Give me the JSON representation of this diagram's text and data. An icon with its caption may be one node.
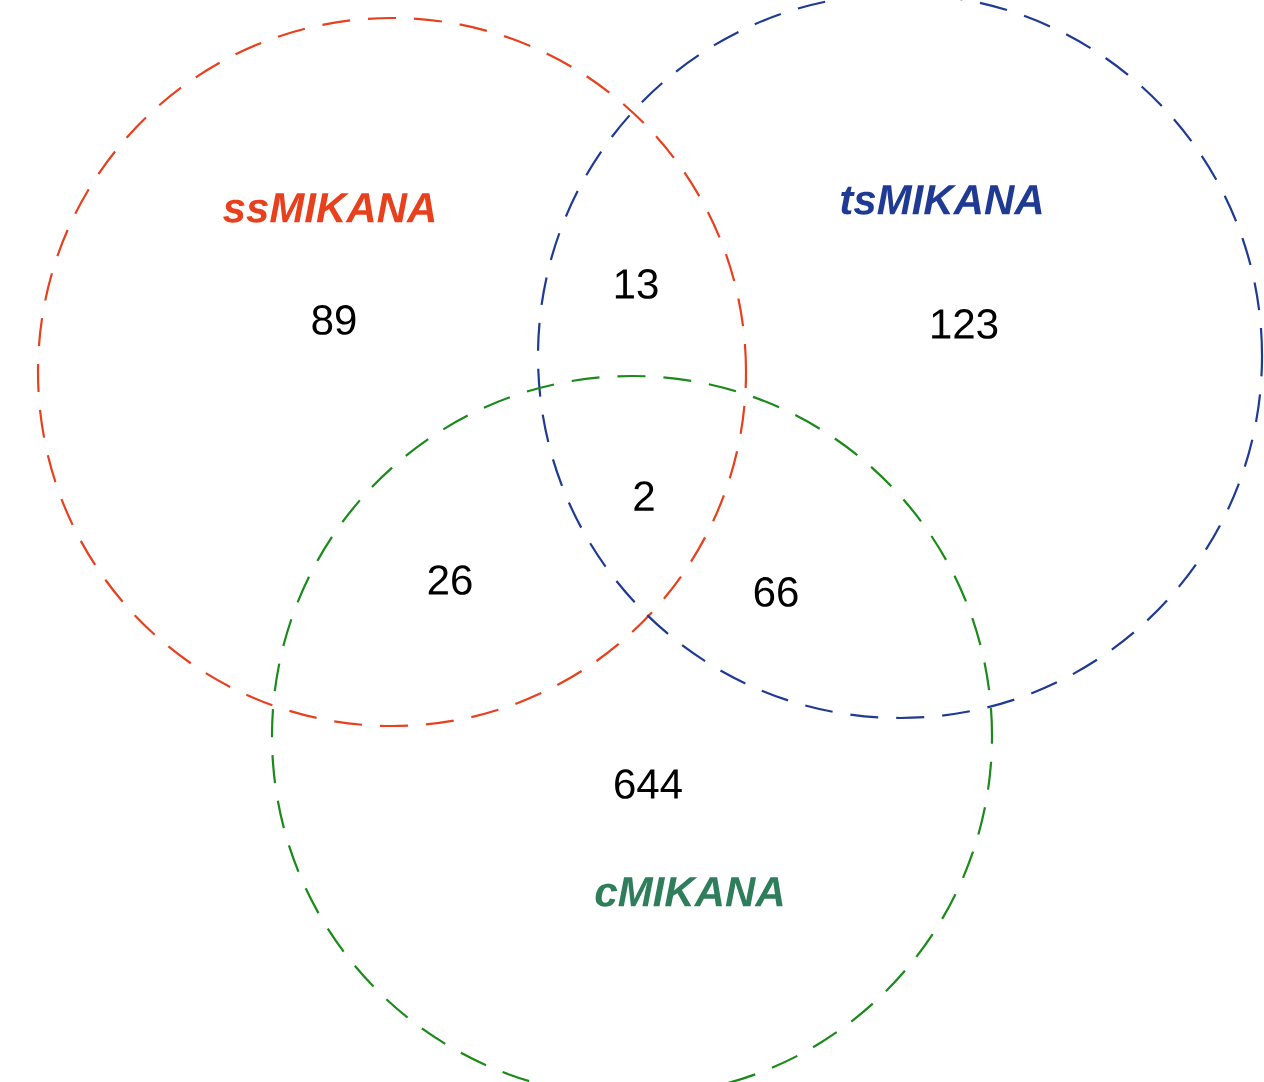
{
  "diagram": {
    "nodes": [
      {
        "text": [
          "ssMIKANA"
        ]
      },
      {
        "text": [
          "tsMIKANA"
        ]
      },
      {
        "text": [
          "cMIKANA"
        ]
      }
    ],
    "labels": [
      "89",
      "13",
      "123",
      "2",
      "26",
      "66",
      "644"
    ]
  }
}
